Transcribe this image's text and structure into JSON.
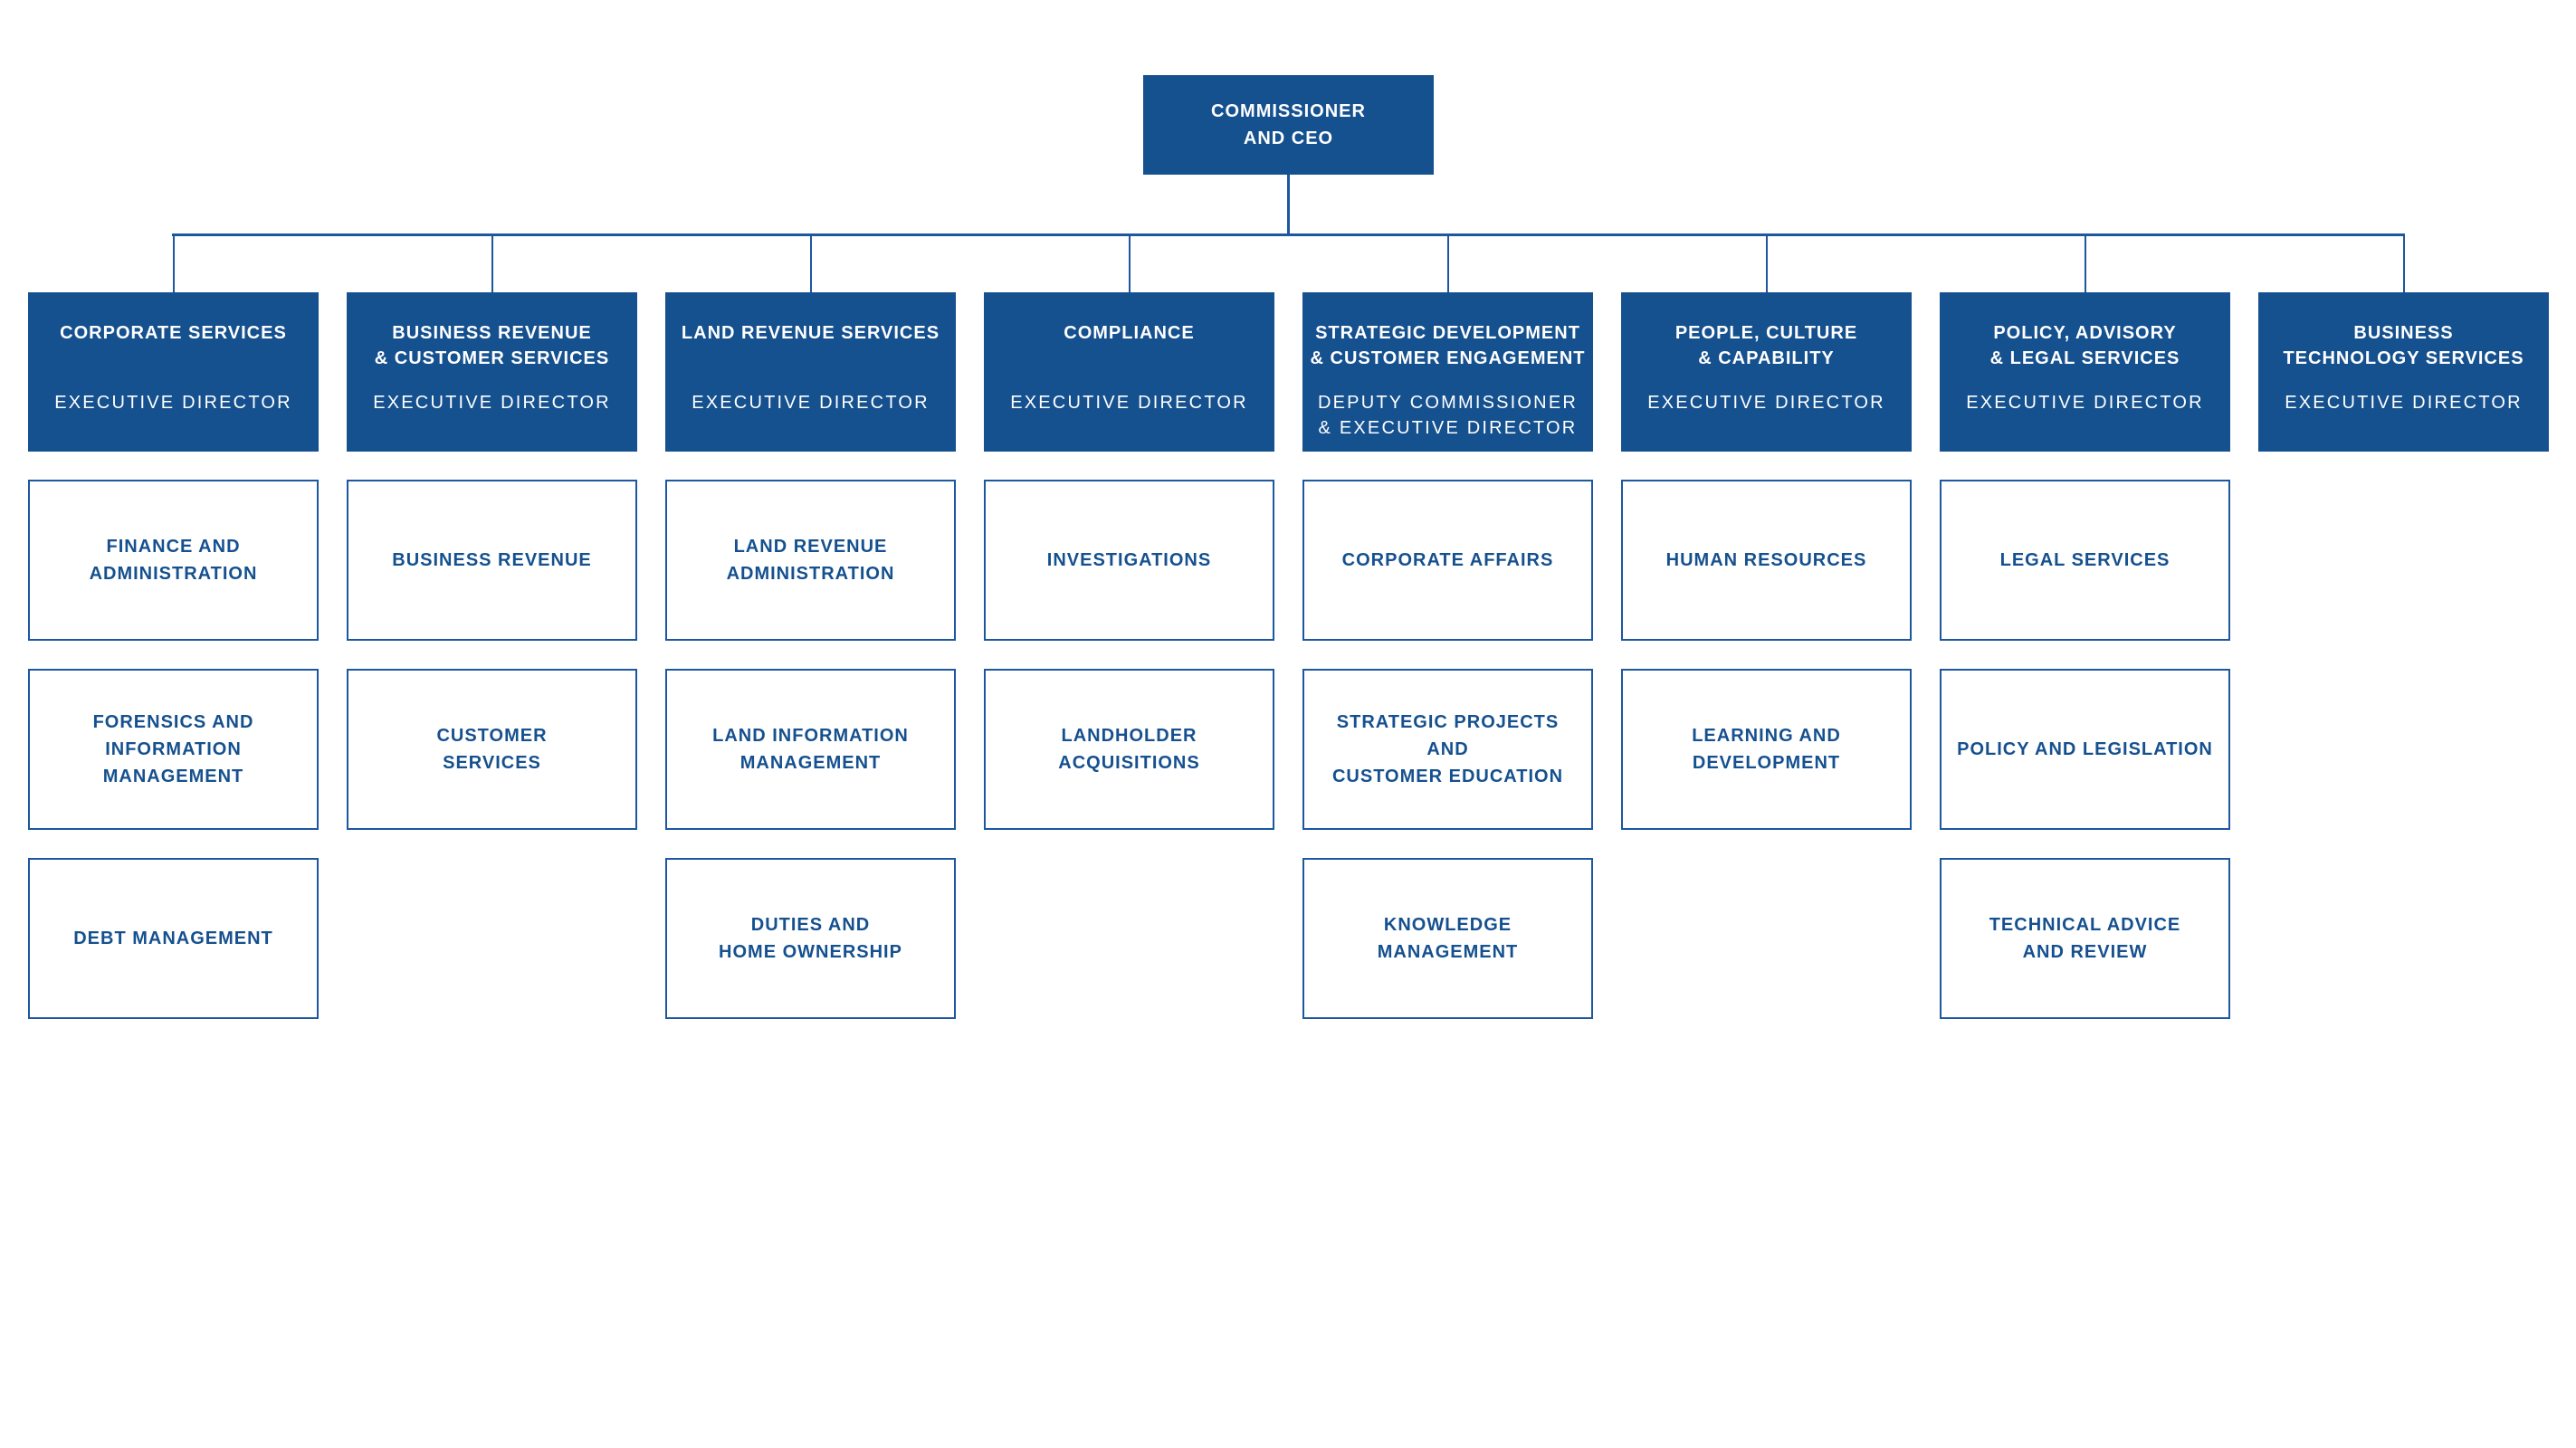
{
  "colors": {
    "primary_blue": "#15508f",
    "connector_blue": "#1c57a0",
    "box_text_white": "#ffffff",
    "background": "#ffffff"
  },
  "ceo": {
    "title_lines": [
      "COMMISSIONER",
      "AND CEO"
    ]
  },
  "columns": [
    {
      "title_lines": [
        "CORPORATE SERVICES"
      ],
      "subtitle_lines": [
        "EXECUTIVE DIRECTOR"
      ],
      "units": [
        {
          "label_lines": [
            "FINANCE AND",
            "ADMINISTRATION"
          ]
        },
        {
          "label_lines": [
            "FORENSICS AND",
            "INFORMATION",
            "MANAGEMENT"
          ]
        },
        {
          "label_lines": [
            "DEBT MANAGEMENT"
          ]
        }
      ]
    },
    {
      "title_lines": [
        "BUSINESS REVENUE",
        "& CUSTOMER SERVICES"
      ],
      "subtitle_lines": [
        "EXECUTIVE DIRECTOR"
      ],
      "units": [
        {
          "label_lines": [
            "BUSINESS REVENUE"
          ]
        },
        {
          "label_lines": [
            "CUSTOMER",
            "SERVICES"
          ]
        }
      ]
    },
    {
      "title_lines": [
        "LAND REVENUE SERVICES"
      ],
      "subtitle_lines": [
        "EXECUTIVE DIRECTOR"
      ],
      "units": [
        {
          "label_lines": [
            "LAND REVENUE",
            "ADMINISTRATION"
          ]
        },
        {
          "label_lines": [
            "LAND INFORMATION",
            "MANAGEMENT"
          ]
        },
        {
          "label_lines": [
            "DUTIES AND",
            "HOME OWNERSHIP"
          ]
        }
      ]
    },
    {
      "title_lines": [
        "COMPLIANCE"
      ],
      "subtitle_lines": [
        "EXECUTIVE DIRECTOR"
      ],
      "units": [
        {
          "label_lines": [
            "INVESTIGATIONS"
          ]
        },
        {
          "label_lines": [
            "LANDHOLDER",
            "ACQUISITIONS"
          ]
        }
      ]
    },
    {
      "title_lines": [
        "STRATEGIC DEVELOPMENT",
        "& CUSTOMER ENGAGEMENT"
      ],
      "subtitle_lines": [
        "DEPUTY COMMISSIONER",
        "& EXECUTIVE DIRECTOR"
      ],
      "units": [
        {
          "label_lines": [
            "CORPORATE AFFAIRS"
          ]
        },
        {
          "label_lines": [
            "STRATEGIC PROJECTS",
            "AND",
            "CUSTOMER EDUCATION"
          ]
        },
        {
          "label_lines": [
            "KNOWLEDGE",
            "MANAGEMENT"
          ]
        }
      ]
    },
    {
      "title_lines": [
        "PEOPLE, CULTURE",
        "& CAPABILITY"
      ],
      "subtitle_lines": [
        "EXECUTIVE DIRECTOR"
      ],
      "units": [
        {
          "label_lines": [
            "HUMAN RESOURCES"
          ]
        },
        {
          "label_lines": [
            "LEARNING AND",
            "DEVELOPMENT"
          ]
        }
      ]
    },
    {
      "title_lines": [
        "POLICY, ADVISORY",
        "& LEGAL SERVICES"
      ],
      "subtitle_lines": [
        "EXECUTIVE DIRECTOR"
      ],
      "units": [
        {
          "label_lines": [
            "LEGAL SERVICES"
          ]
        },
        {
          "label_lines": [
            "POLICY AND LEGISLATION"
          ]
        },
        {
          "label_lines": [
            "TECHNICAL ADVICE",
            "AND REVIEW"
          ]
        }
      ]
    },
    {
      "title_lines": [
        "BUSINESS",
        "TECHNOLOGY SERVICES"
      ],
      "subtitle_lines": [
        "EXECUTIVE DIRECTOR"
      ],
      "units": []
    }
  ]
}
